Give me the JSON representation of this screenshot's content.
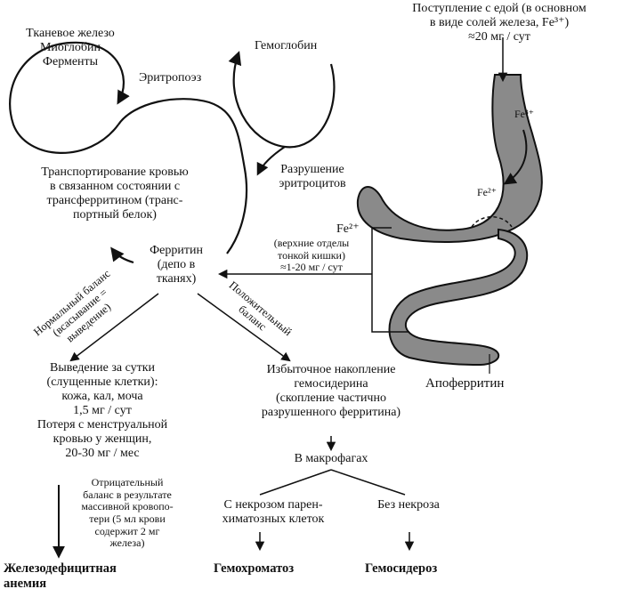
{
  "colors": {
    "ink": "#111111",
    "organ_fill": "#8a8a8a",
    "organ_outline": "#111111",
    "background": "#ffffff"
  },
  "intake": {
    "text": "Поступление с едой (в основном\nв виде солей железа, Fe³⁺)\n≈20 мг / сут"
  },
  "stomach": {
    "fe3_label": "Fe³⁺",
    "fe2_label": "Fe²⁺"
  },
  "small_intestine": {
    "fe2_label": "Fe²⁺",
    "absorption_label": "(верхние отделы\nтонкой кишки)\n≈1-20 мг / сут"
  },
  "apoferritin": "Апоферритин",
  "tissue_iron": "Тканевое железо\nМиоглобин\nФерменты",
  "hemoglobin": "Гемоглобин",
  "erythropoiesis": "Эритропоэз",
  "rbc_destruction": "Разрушение\nэритроцитов",
  "transport": "Транспортирование кровью\nв связанном состоянии с\nтрансферритином (транс-\nпортный белок)",
  "ferritin": "Ферритин\n(депо в\nтканях)",
  "normal_balance": "Нормальный баланс\n(всасывание =\nвыведение)",
  "positive_balance": "Положительный\nбаланс",
  "excretion": "Выведение за сутки\n(слущенные клетки):\nкожа, кал, моча\n1,5 мг / сут\nПотеря с менструальной\nкровью у женщин,\n20-30 мг / мес",
  "excess_accumulation": "Избыточное накопление\nгемосидерина\n(скопление частично\nразрушенного ферритина)",
  "negative_balance": "Отрицательный\nбаланс в результате\nмассивной кровопо-\nтери (5 мл крови\nсодержит 2 мг\nжелеза)",
  "in_macrophages": "В макрофагах",
  "with_necrosis": "С некрозом парен-\nхиматозных клеток",
  "without_necrosis": "Без некроза",
  "outcomes": {
    "iron_deficiency_anemia": "Железодефицитная\nанемия",
    "hemochromatosis": "Гемохроматоз",
    "hemosiderosis": "Гемосидероз"
  }
}
